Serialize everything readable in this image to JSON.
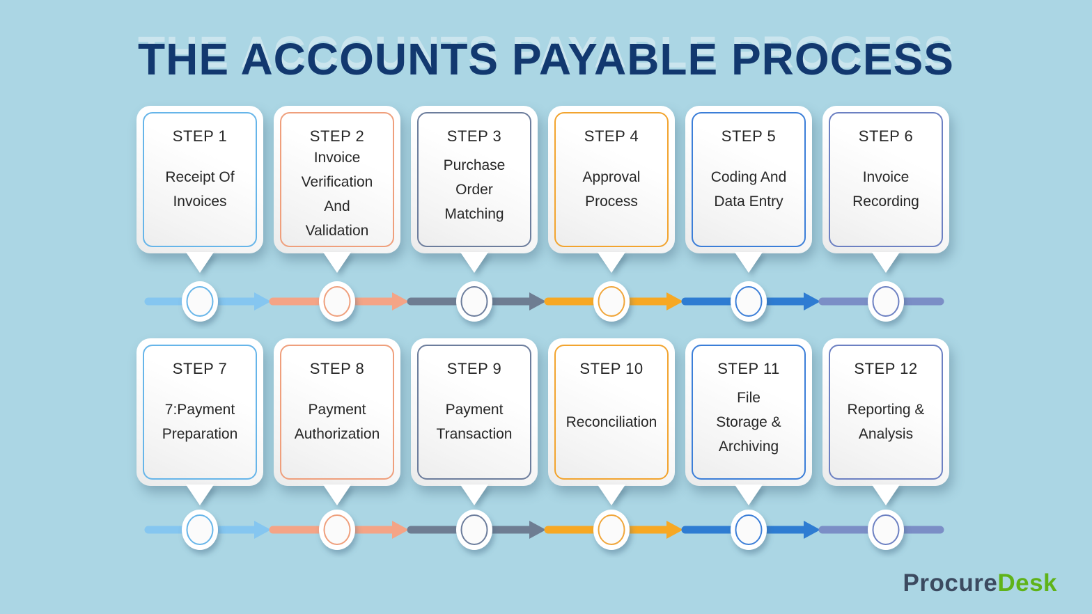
{
  "title": "THE ACCOUNTS PAYABLE PROCESS",
  "colors": {
    "background": "#ABD6E4",
    "title": "#12386F",
    "card_text": "#262626",
    "card_background": "#FFFFFF"
  },
  "steps": [
    {
      "label": "STEP 1",
      "title": "Receipt Of\nInvoices",
      "accent": "#66B5E9"
    },
    {
      "label": "STEP 2",
      "title": "Invoice\nVerification\nAnd\nValidation",
      "accent": "#EF9F7C"
    },
    {
      "label": "STEP 3",
      "title": "Purchase\nOrder\nMatching",
      "accent": "#6C7D9C"
    },
    {
      "label": "STEP 4",
      "title": "Approval\nProcess",
      "accent": "#F2A42F"
    },
    {
      "label": "STEP 5",
      "title": "Coding And\nData Entry",
      "accent": "#3B7ED8"
    },
    {
      "label": "STEP 6",
      "title": "Invoice\nRecording",
      "accent": "#6C80C2"
    },
    {
      "label": "STEP 7",
      "title": "7:Payment\nPreparation",
      "accent": "#66B5E9"
    },
    {
      "label": "STEP 8",
      "title": "Payment\nAuthorization",
      "accent": "#EF9F7C"
    },
    {
      "label": "STEP 9",
      "title": "Payment\nTransaction",
      "accent": "#6C7D9C"
    },
    {
      "label": "STEP 10",
      "title": "Reconciliation",
      "accent": "#F2A42F"
    },
    {
      "label": "STEP 11",
      "title": "File\nStorage &\nArchiving",
      "accent": "#3B7ED8"
    },
    {
      "label": "STEP 12",
      "title": "Reporting &\nAnalysis",
      "accent": "#6C80C2"
    }
  ],
  "timeline": {
    "segment_colors": [
      "#85C6F0",
      "#F4A486",
      "#6E7D92",
      "#F7A823",
      "#2E7CD2",
      "#7B8EC6"
    ],
    "node_ring_colors": [
      "#66B5E9",
      "#EF9F7C",
      "#6C7D9C",
      "#F0A63A",
      "#3B7ED8",
      "#6C80C2"
    ]
  },
  "brand": {
    "name_dark": "Procure",
    "name_green": "Desk",
    "dark_color": "#3C4A60",
    "green_color": "#5FB319"
  }
}
